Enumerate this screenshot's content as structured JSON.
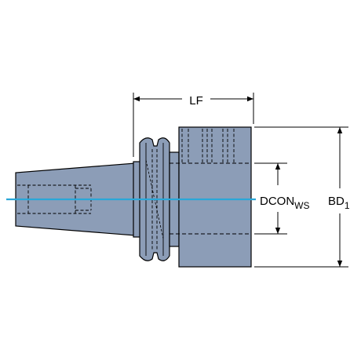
{
  "labels": {
    "lf": "LF",
    "dcon_main": "DCON",
    "dcon_sub": "WS",
    "bd_main": "BD",
    "bd_sub": "1"
  },
  "colors": {
    "body": "#8c9db7",
    "body_dark": "#6f82a0",
    "outline": "#000000",
    "centerline": "#2aa7d8",
    "dimension": "#000000"
  }
}
